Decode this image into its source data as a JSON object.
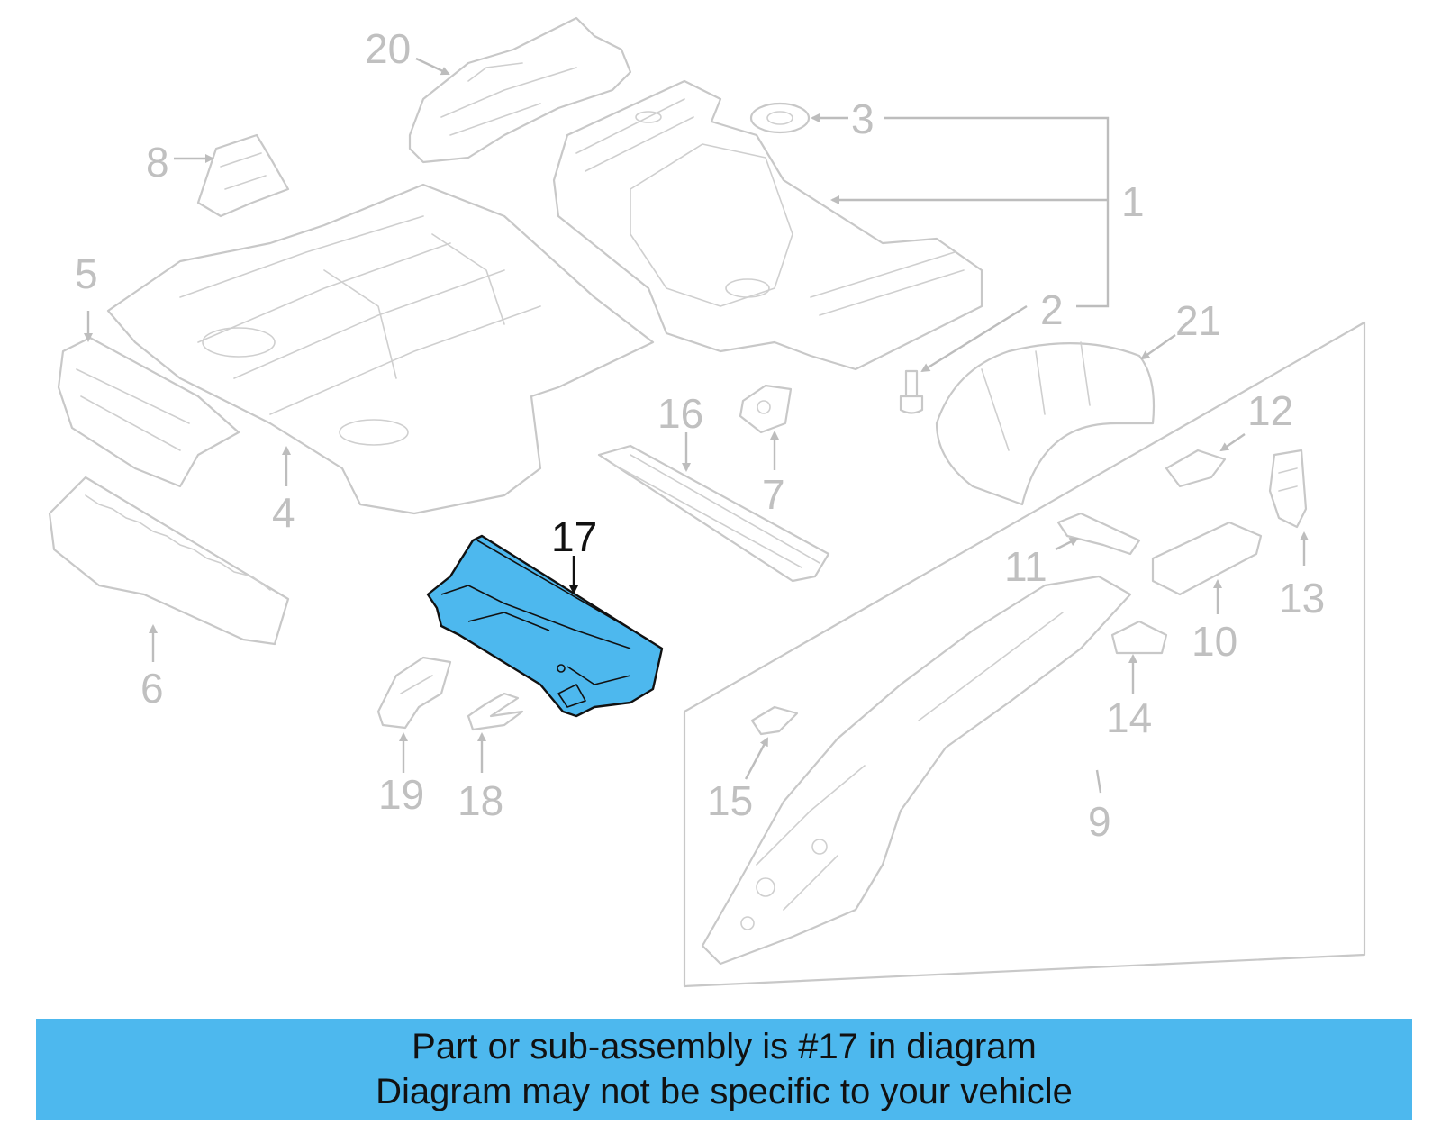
{
  "callouts": {
    "c1": "1",
    "c2": "2",
    "c3": "3",
    "c4": "4",
    "c5": "5",
    "c6": "6",
    "c7": "7",
    "c8": "8",
    "c9": "9",
    "c10": "10",
    "c11": "11",
    "c12": "12",
    "c13": "13",
    "c14": "14",
    "c15": "15",
    "c16": "16",
    "c17": "17",
    "c18": "18",
    "c19": "19",
    "c20": "20",
    "c21": "21"
  },
  "highlight": {
    "color": "#4db8ee",
    "part": "17"
  },
  "banner": {
    "line1": "Part or sub-assembly is #17 in diagram",
    "line2": "Diagram may not be specific to your vehicle",
    "color": "#4db8ee"
  }
}
